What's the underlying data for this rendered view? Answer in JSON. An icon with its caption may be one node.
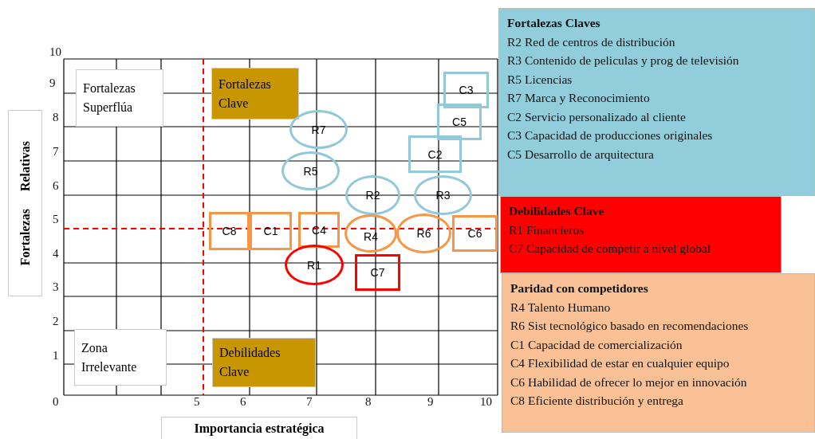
{
  "diagram": {
    "nodes": [
      {
        "text": [
          "Fortalezas Superflúa"
        ]
      },
      {
        "text": [
          "Fortalezas Clave"
        ]
      },
      {
        "text": [
          "C3"
        ]
      },
      {
        "text": [
          "C5"
        ]
      },
      {
        "text": [
          "R7"
        ]
      },
      {
        "text": [
          "C2"
        ]
      },
      {
        "text": [
          "R5"
        ]
      },
      {
        "text": [
          "R2"
        ]
      },
      {
        "text": [
          "R3"
        ]
      },
      {
        "text": [
          "C8"
        ]
      },
      {
        "text": [
          "C1"
        ]
      },
      {
        "text": [
          "C4"
        ]
      },
      {
        "text": [
          "R4"
        ]
      },
      {
        "text": [
          "R6"
        ]
      },
      {
        "text": [
          "C6"
        ]
      },
      {
        "text": [
          "R1"
        ]
      },
      {
        "text": [
          "C7"
        ]
      },
      {
        "text": [
          "Zona Irrelevante"
        ]
      },
      {
        "text": [
          "Debilidades Clave"
        ]
      },
      {
        "text": [
          "Fortalezas Relativas"
        ]
      },
      {
        "text": [
          "Importancia estratégica"
        ]
      },
      {
        "text": [
          "Fortalezas Claves",
          "R2 Red de centros de distribución",
          "R3 Contenido de peliculas y prog de televisión",
          "R5 Licencias",
          "R7 Marca y Reconocimiento",
          "C2 Servicio personalizado al cliente",
          "C3 Capacidad de producciones originales",
          "C5 Desarrollo de arquitectura"
        ]
      },
      {
        "text": [
          "Debilidades Clave",
          "R1 Financieros",
          "C7 Capacidad de competir a nivel global"
        ]
      },
      {
        "text": [
          "Paridad con competidores",
          "R4 Talento Humano",
          "R6 Sist tecnológico basado en recomendaciones",
          "C1 Capacidad de comercialización",
          "C4 Flexibilidad de estar en cualquier equipo",
          "C6 Habilidad de ofrecer lo mejor en innovación",
          "C8 Eficiente distribución y entrega"
        ]
      }
    ],
    "labels": [
      "10",
      "9",
      "8",
      "7",
      "6",
      "5",
      "4",
      "3",
      "2",
      "1",
      "0",
      "5",
      "6",
      "7",
      "8",
      "9",
      "10"
    ]
  }
}
